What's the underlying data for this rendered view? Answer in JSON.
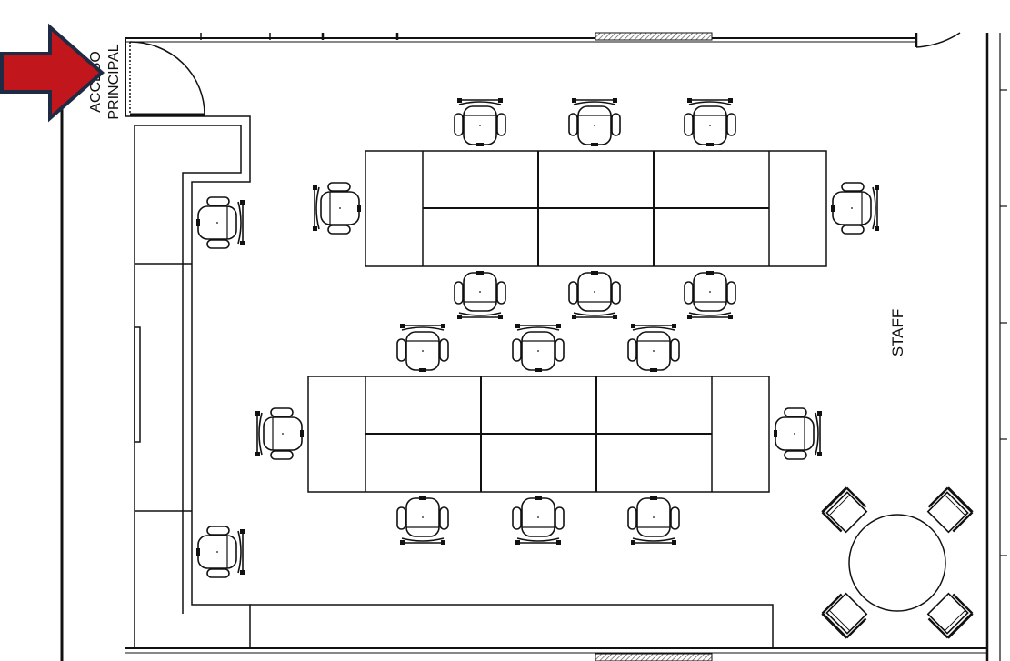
{
  "labels": {
    "entrance_line1": "ACCESO",
    "entrance_line2": "PRINCIPAL",
    "staff": "STAFF"
  },
  "colors": {
    "arrow_fill": "#c0161c",
    "arrow_stroke": "#1f2a44",
    "line": "#111111",
    "hatch": "#555555"
  },
  "icons": {
    "entrance_arrow": "right-arrow-icon",
    "chair": "office-chair-icon",
    "round_table": "round-table-icon"
  }
}
